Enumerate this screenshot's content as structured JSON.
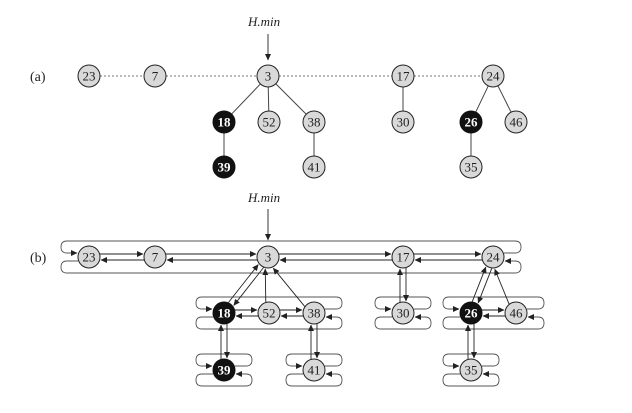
{
  "pointer_label": "H.min",
  "panels": [
    {
      "label": "(a)"
    },
    {
      "label": "(b)"
    }
  ],
  "nodes": [
    {
      "key": "23",
      "marked": false
    },
    {
      "key": "7",
      "marked": false
    },
    {
      "key": "3",
      "marked": false
    },
    {
      "key": "17",
      "marked": false
    },
    {
      "key": "24",
      "marked": false
    },
    {
      "key": "18",
      "marked": true
    },
    {
      "key": "52",
      "marked": false
    },
    {
      "key": "38",
      "marked": false
    },
    {
      "key": "39",
      "marked": true
    },
    {
      "key": "41",
      "marked": false
    },
    {
      "key": "30",
      "marked": false
    },
    {
      "key": "26",
      "marked": true
    },
    {
      "key": "46",
      "marked": false
    },
    {
      "key": "35",
      "marked": false
    }
  ],
  "root_list": [
    "23",
    "7",
    "3",
    "17",
    "24"
  ],
  "min_root": "3",
  "parent_of": {
    "18": "3",
    "52": "3",
    "38": "3",
    "39": "18",
    "41": "38",
    "30": "17",
    "26": "24",
    "46": "24",
    "35": "26"
  },
  "child_pointer_of": {
    "3": "18",
    "17": "30",
    "24": "26",
    "18": "39",
    "38": "41",
    "26": "35"
  },
  "sibling_lists": [
    [
      "23",
      "7",
      "3",
      "17",
      "24"
    ],
    [
      "18",
      "52",
      "38"
    ],
    [
      "30"
    ],
    [
      "26",
      "46"
    ],
    [
      "39"
    ],
    [
      "41"
    ],
    [
      "35"
    ]
  ],
  "colors": {
    "unmarked_fill": "#d9d9d9",
    "marked_fill": "#111111",
    "marked_text": "#ffffff"
  }
}
